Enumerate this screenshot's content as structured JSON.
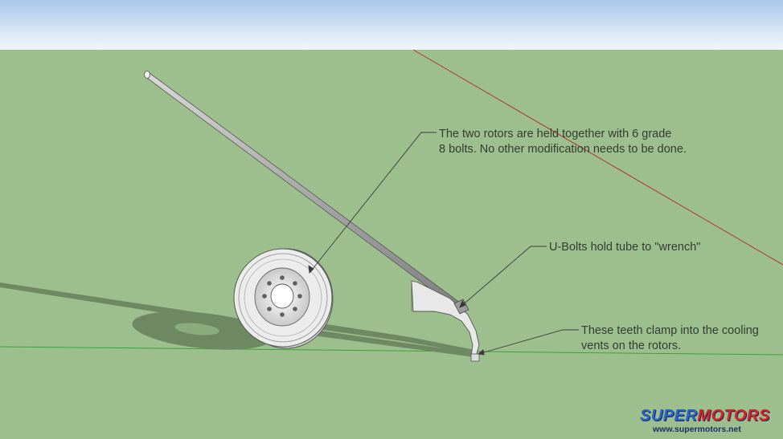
{
  "annotations": {
    "rotors": {
      "line1": "The two rotors are held together with 6 grade",
      "line2": "8 bolts. No other modification needs to be done."
    },
    "ubolts": {
      "line1": "U-Bolts hold tube to \"wrench\""
    },
    "teeth": {
      "line1": "These teeth clamp into the cooling",
      "line2": "vents on the rotors."
    }
  },
  "watermark": {
    "brand_part1": "SUPER",
    "brand_part2": "MOTORS",
    "url": "www.supermotors.net"
  },
  "colors": {
    "sky_top": "#9fc3e8",
    "sky_bottom": "#ffffff",
    "ground": "#9dbf8d",
    "red_axis": "#b0352c",
    "green_axis": "#3aa33a",
    "shadow": "#6f8a63",
    "tube": "#b8b8b8",
    "wheel": "#e3e3e3"
  }
}
